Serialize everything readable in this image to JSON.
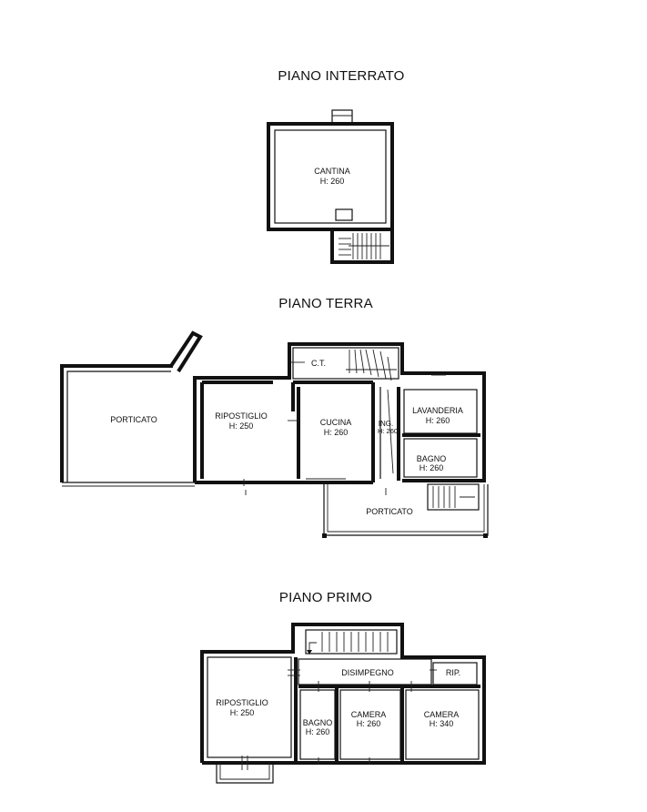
{
  "floors": [
    {
      "title": "PIANO INTERRATO",
      "rooms": [
        {
          "name": "CANTINA",
          "height": "H: 260"
        }
      ]
    },
    {
      "title": "PIANO TERRA",
      "rooms": [
        {
          "name": "PORTICATO",
          "height": ""
        },
        {
          "name": "RIPOSTIGLIO",
          "height": "H: 250"
        },
        {
          "name": "CUCINA",
          "height": "H: 260"
        },
        {
          "name": "ING.",
          "height": "H: 260"
        },
        {
          "name": "LAVANDERIA",
          "height": "H: 260"
        },
        {
          "name": "BAGNO",
          "height": "H: 260"
        },
        {
          "name": "C.T.",
          "height": ""
        },
        {
          "name": "PORTICATO",
          "height": ""
        }
      ]
    },
    {
      "title": "PIANO PRIMO",
      "rooms": [
        {
          "name": "DISIMPEGNO",
          "height": ""
        },
        {
          "name": "RIP.",
          "height": ""
        },
        {
          "name": "RIPOSTIGLIO",
          "height": "H: 250"
        },
        {
          "name": "BAGNO",
          "height": "H: 260"
        },
        {
          "name": "CAMERA",
          "height": "H: 260"
        },
        {
          "name": "CAMERA",
          "height": "H: 340"
        }
      ]
    }
  ]
}
